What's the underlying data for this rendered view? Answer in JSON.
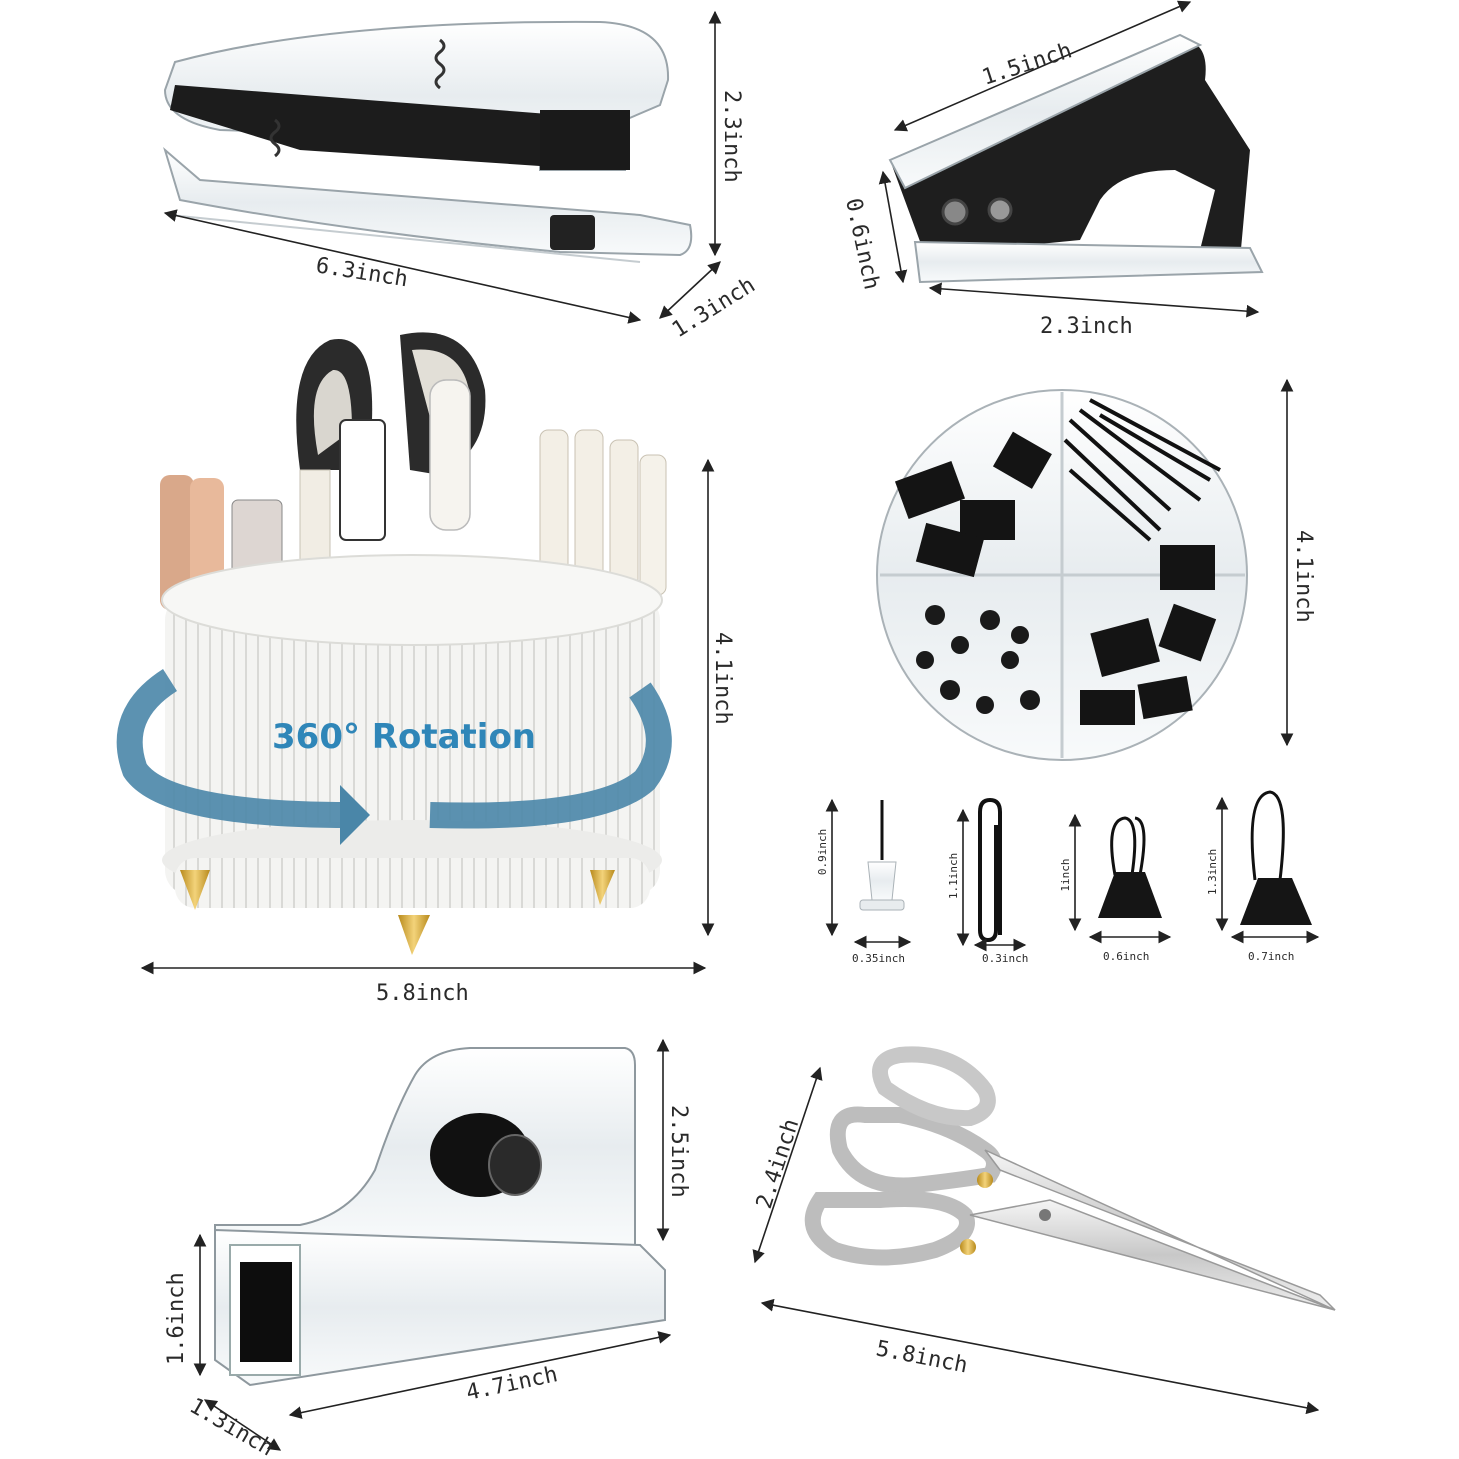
{
  "colors": {
    "background": "#ffffff",
    "acrylic": "#eef2f4",
    "black_metal": "#1c1c1c",
    "organizer_white": "#f3f3f1",
    "gold": "#d8ae3a",
    "rotation_arrow": "#4a86a8",
    "rotation_text": "#2f86b8"
  },
  "stapler": {
    "width": "6.3inch",
    "height": "2.3inch",
    "depth": "1.3inch"
  },
  "staple_remover": {
    "width": "1.5inch",
    "height": "0.6inch",
    "length": "2.3inch"
  },
  "organizer": {
    "height": "4.1inch",
    "width": "5.8inch",
    "rotation_label": "360° Rotation"
  },
  "clip_tray": {
    "diameter": "4.1inch"
  },
  "accessories": {
    "push_pin": {
      "height": "0.9inch",
      "width": "0.35inch"
    },
    "paper_clip": {
      "height": "1.1inch",
      "width": "0.3inch"
    },
    "small_binder_clip": {
      "height": "1inch",
      "width": "0.6inch"
    },
    "large_binder_clip": {
      "height": "1.3inch",
      "width": "0.7inch"
    }
  },
  "tape_dispenser": {
    "height": "2.5inch",
    "front_height": "1.6inch",
    "length": "4.7inch",
    "depth": "1.3inch"
  },
  "scissors": {
    "height": "2.4inch",
    "length": "5.8inch"
  }
}
